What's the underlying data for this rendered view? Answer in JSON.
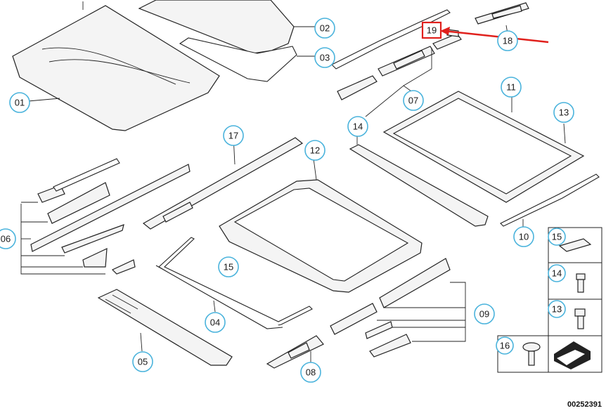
{
  "diagram": {
    "id": "00252391",
    "highlight_color": "#e0201c",
    "bubble_color": "#4ab3dc",
    "callouts": [
      "01",
      "02",
      "03",
      "04",
      "05",
      "06",
      "07",
      "08",
      "09",
      "10",
      "11",
      "12",
      "13",
      "14",
      "15",
      "17",
      "18"
    ],
    "highlighted_label": "19",
    "legend": [
      "15",
      "14",
      "13",
      "16"
    ]
  }
}
